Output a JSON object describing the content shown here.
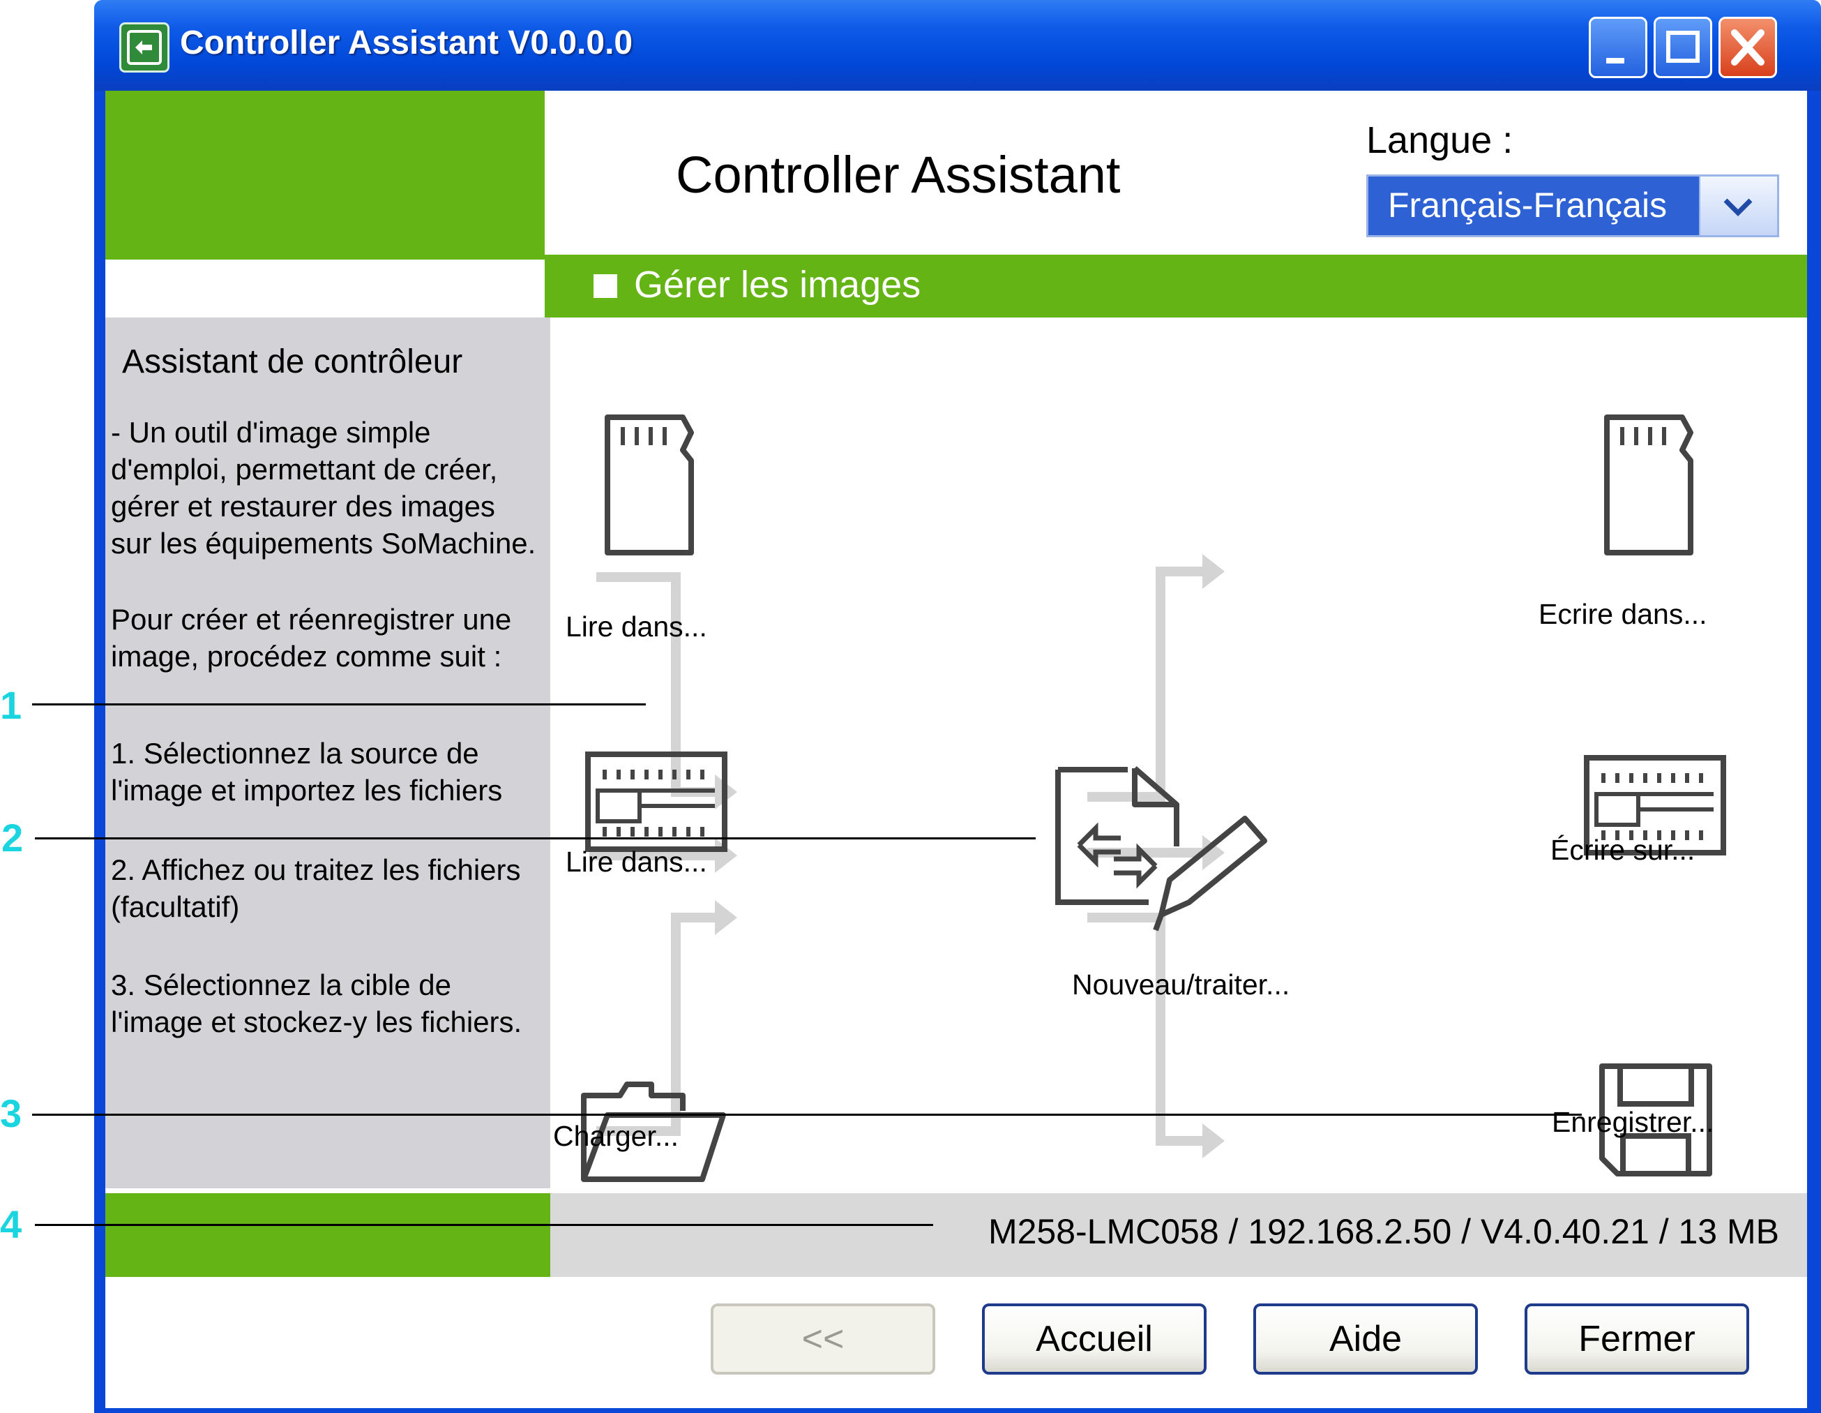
{
  "window": {
    "title": "Controller Assistant V0.0.0.0"
  },
  "header": {
    "app_title": "Controller Assistant",
    "language_label": "Langue :",
    "language_value": "Français-Français"
  },
  "section": {
    "title": "Gérer les images"
  },
  "sidebar": {
    "heading": "Assistant de contrôleur",
    "intro": [
      "- Un outil d'image simple",
      "d'emploi, permettant de créer,",
      "gérer et restaurer des images",
      "sur les équipements SoMachine."
    ],
    "procedure": [
      "Pour créer et réenregistrer une",
      "image, procédez comme suit :"
    ],
    "step1": [
      "1. Sélectionnez la source de",
      "l'image et importez les fichiers"
    ],
    "step2": [
      "2. Affichez ou traitez les fichiers",
      "(facultatif)"
    ],
    "step3": [
      "3. Sélectionnez la cible de",
      "l'image et stockez-y les fichiers."
    ]
  },
  "sources": [
    {
      "label": "Lire dans...",
      "icon": "sd-card-icon"
    },
    {
      "label": "Lire dans...",
      "icon": "controller-icon"
    },
    {
      "label": "Charger...",
      "icon": "folder-open-icon"
    }
  ],
  "center": {
    "label": "Nouveau/traiter...",
    "icon": "edit-document-icon"
  },
  "targets": [
    {
      "label": "Ecrire dans...",
      "icon": "sd-card-icon"
    },
    {
      "label": "Écrire sur...",
      "icon": "controller-icon"
    },
    {
      "label": "Enregistrer...",
      "icon": "floppy-disk-icon"
    }
  ],
  "status": {
    "text": "M258-LMC058 / 192.168.2.50 / V4.0.40.21 / 13 MB"
  },
  "buttons": {
    "back": "<<",
    "home": "Accueil",
    "help": "Aide",
    "close": "Fermer"
  },
  "callouts": [
    "1",
    "2",
    "3",
    "4"
  ],
  "colors": {
    "accent_green": "#64b416",
    "title_blue": "#0a46d8",
    "callout_cyan": "#1ad5e0",
    "panel_gray": "#d3d3d7"
  }
}
